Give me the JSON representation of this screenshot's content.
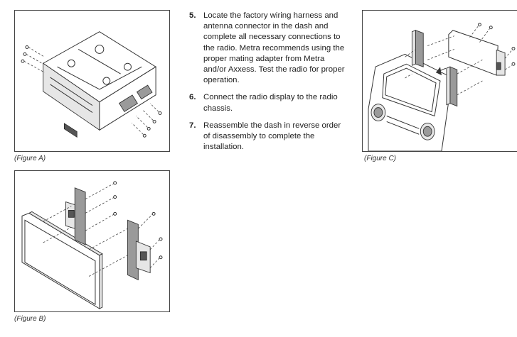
{
  "steps": [
    {
      "number": "5.",
      "text": "Locate the factory wiring harness and antenna connector in the dash and complete all necessary connections to the radio. Metra recommends using the proper mating adapter from Metra and/or Axxess. Test the radio for proper operation."
    },
    {
      "number": "6.",
      "text": "Connect the radio display to the radio chassis."
    },
    {
      "number": "7.",
      "text": "Reassemble the dash in reverse order of disassembly to complete the installation."
    }
  ],
  "figures": {
    "a": {
      "caption": "(Figure A)"
    },
    "b": {
      "caption": "(Figure B)"
    },
    "c": {
      "caption": "(Figure C)"
    }
  }
}
